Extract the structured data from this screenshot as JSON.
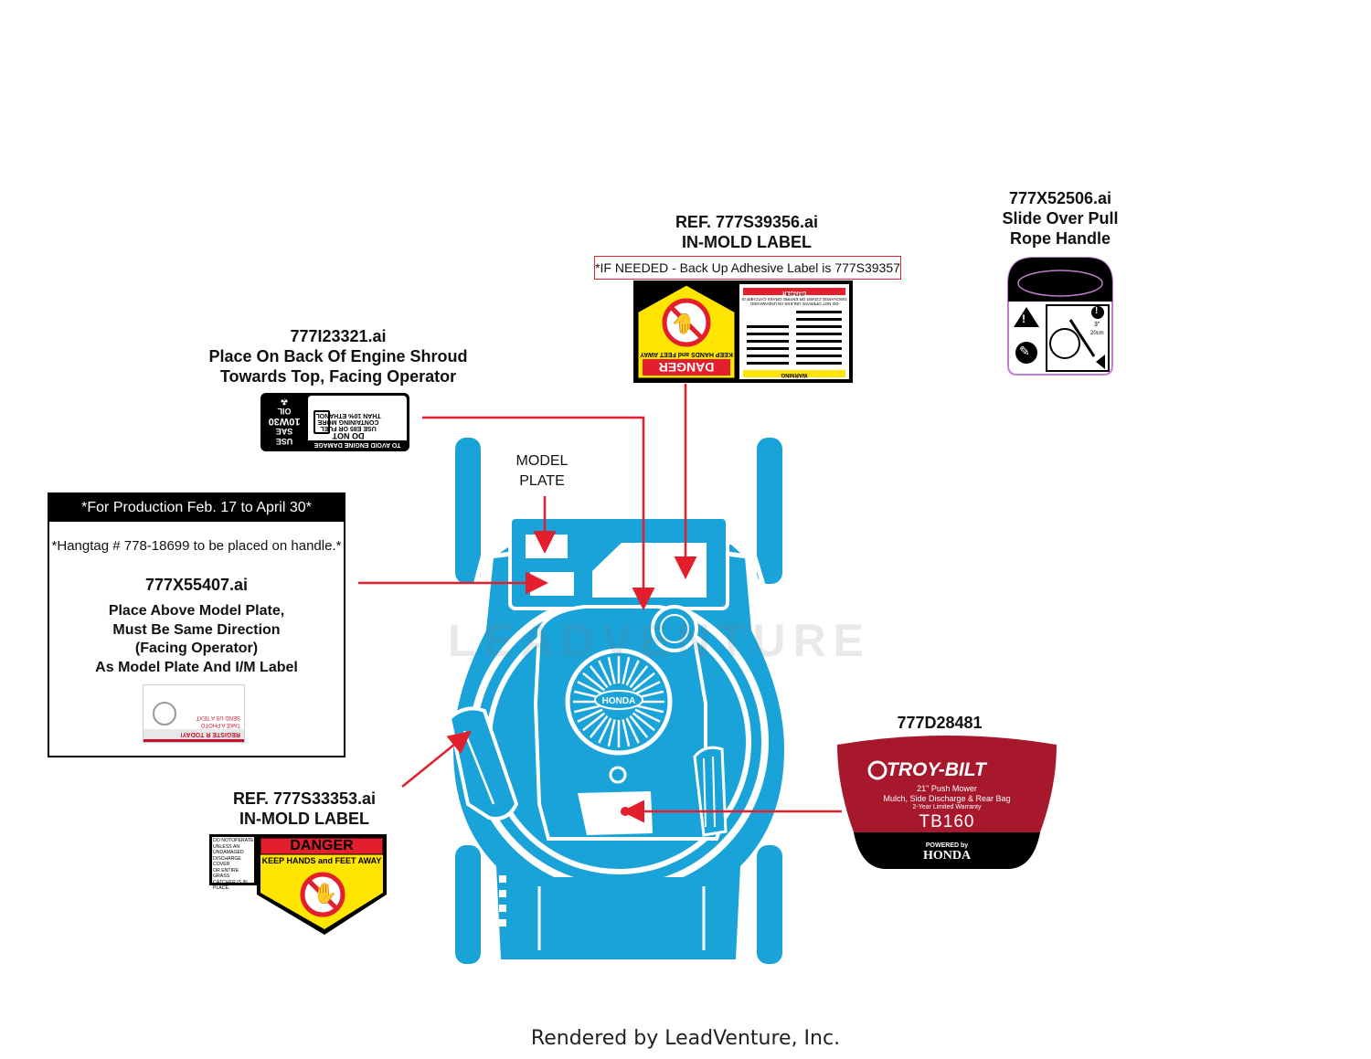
{
  "callouts": {
    "shroud_label": {
      "code": "777I23321.ai",
      "line1": "Place On Back Of Engine Shroud",
      "line2": "Towards Top, Facing Operator"
    },
    "inmold_top": {
      "ref": "REF. 777S39356.ai",
      "kind": "IN-MOLD LABEL",
      "note": "*IF NEEDED - Back Up Adhesive Label is 777S39357"
    },
    "pull_rope": {
      "code": "777X52506.ai",
      "line1": "Slide Over Pull",
      "line2": "Rope Handle"
    },
    "production_box": {
      "header": "*For Production Feb. 17 to April 30*",
      "hangtag_note": "*Hangtag # 778-18699 to be placed on handle.*",
      "code": "777X55407.ai",
      "inst1": "Place Above Model Plate,",
      "inst2": "Must Be Same Direction",
      "inst3": "(Facing Operator)",
      "inst4": "As Model Plate And I/M Label"
    },
    "model_plate": {
      "line1": "MODEL",
      "line2": "PLATE"
    },
    "inmold_bottom": {
      "ref": "REF. 777S33353.ai",
      "kind": "IN-MOLD LABEL"
    },
    "hood_label": {
      "code": "777D28481"
    }
  },
  "stickers": {
    "fuel": {
      "use": "USE",
      "sae": "SAE",
      "oil_grade": "10W30",
      "oil": "OIL",
      "do_not": "DO NOT",
      "use_e85": "USE E85 OR FUEL",
      "containing": "CONTAINING MORE",
      "than": "THAN 10% ETHANOL",
      "avoid": "TO AVOID ENGINE DAMAGE"
    },
    "danger_big": {
      "danger": "DANGER",
      "keep": "KEEP HANDS and FEET AWAY",
      "warning": "WARNING",
      "danger2": "DANGER",
      "do_not_operate": "DO NOT OPERATE UNLESS AN UNDAMAGED DISCHARGE",
      "cover": "COVER OR ENTIRE GRASS CATCHER IS IN PLACE."
    },
    "danger_small": {
      "danger": "DANGER",
      "keep": "KEEP HANDS and FEET AWAY",
      "side_text": [
        "DO NOTOPERATE",
        "UNLESS AN",
        "UNDAMAGED",
        "DISCHARGE COVER",
        "OR ENTIRE GRASS",
        "CATCHER IS IN",
        "PLACE."
      ]
    },
    "register": {
      "line1": "REGISTE  R TODAY!",
      "line2": "TAKE A PHOTO",
      "line3": "SEND US A TEXT"
    },
    "troybilt": {
      "brand": "TROY-BILT",
      "line1": "21\" Push Mower",
      "line2": "Mulch, Side Discharge & Rear Bag",
      "line3": "2-Year Limited Warranty",
      "model": "TB160",
      "powered": "POWERED by",
      "honda": "HONDA"
    },
    "engine": {
      "brand": "HONDA"
    },
    "pull_rope_measure": {
      "a": "3\"",
      "b": "20cm"
    }
  },
  "watermark": "LEADVENTURE",
  "footer": "Rendered by LeadVenture, Inc.",
  "colors": {
    "mower_blue": "#1aa3d9",
    "arrow_red": "#e31e2d",
    "danger_yellow": "#ffe500",
    "troybilt_red": "#a8182c"
  }
}
